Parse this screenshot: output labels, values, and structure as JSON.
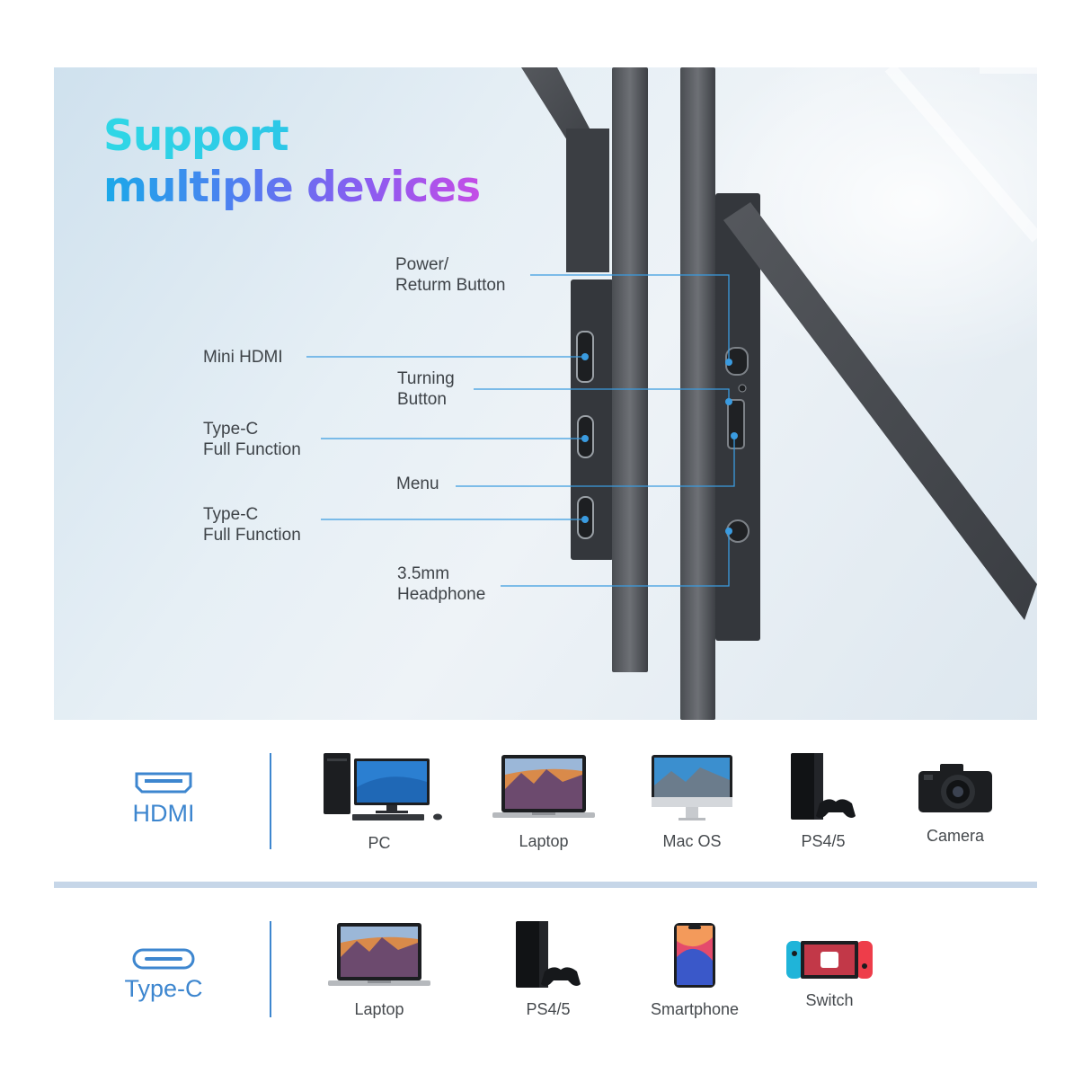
{
  "hero": {
    "title_line1": "Support",
    "title_line2": "multiple devices"
  },
  "ports": [
    {
      "id": "power",
      "label": "Power/\nReturm Button"
    },
    {
      "id": "mini_hdmi",
      "label": "Mini HDMI"
    },
    {
      "id": "turning",
      "label": "Turning\nButton"
    },
    {
      "id": "typec_1",
      "label": "Type-C\nFull Function"
    },
    {
      "id": "menu",
      "label": "Menu"
    },
    {
      "id": "typec_2",
      "label": "Type-C\nFull Function"
    },
    {
      "id": "headphone",
      "label": "3.5mm\nHeadphone"
    }
  ],
  "hdmi_row": {
    "connector": "HDMI",
    "devices": [
      "PC",
      "Laptop",
      "Mac OS",
      "PS4/5",
      "Camera"
    ]
  },
  "typec_row": {
    "connector": "Type-C",
    "devices": [
      "Laptop",
      "PS4/5",
      "Smartphone",
      "Switch"
    ]
  },
  "colors": {
    "accent_blue": "#3d86cf",
    "callout_line": "#3a9be0",
    "title_cyan": "#2fd7e6",
    "title_purple": "#c44de6"
  }
}
